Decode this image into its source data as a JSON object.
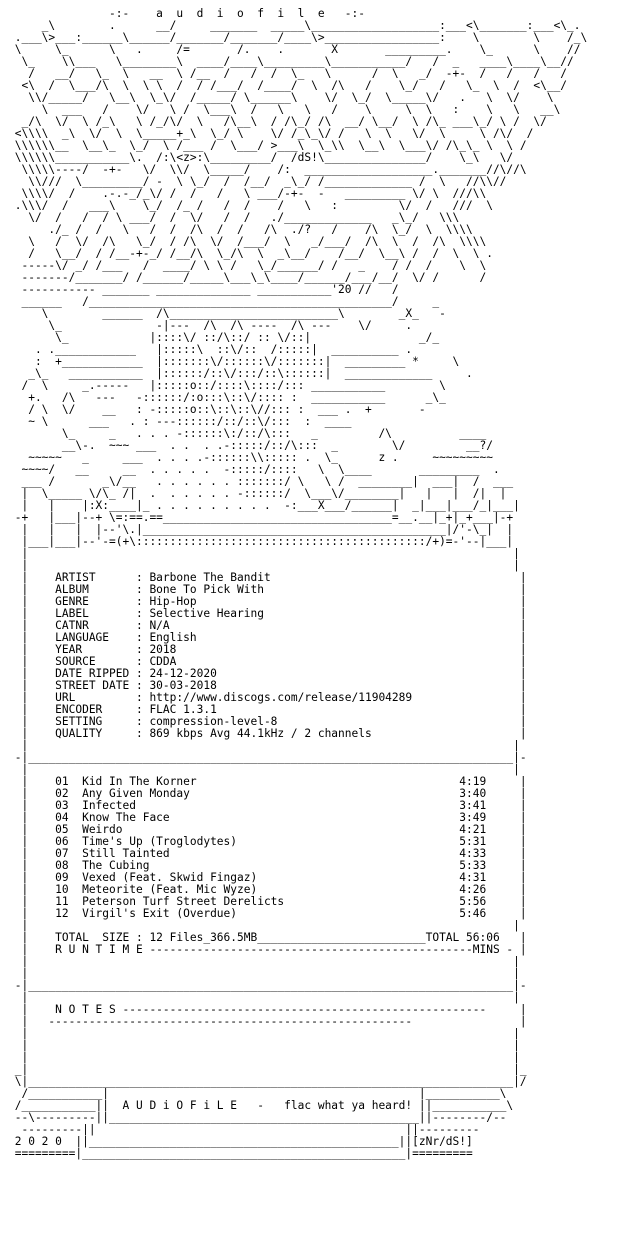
{
  "nfo": {
    "art": [
      "               -:-    a  u  d  i  o  f  i  l  e   -:-",
      "     _\\        .      __/     _______  _____\\___________________:___<\\_______:___<\\_.",
      " .___\\>___:______\\______/_______/_______/____\\>_________________:    \\        \\    /_\\",
      " \\     \\_      \\   .     /=       /.    .       X       _________.    \\_      \\    //",
      "  \\_    \\\\___   \\________\\  ____/____\\_________\\___________/   /  _   ____\\____\\__//",
      "   /   __/   \\_  \\   __  \\ /__  /   /  /  \\_   \\      /  \\   _/  -+-  /   /   /   /",
      "  <\\  /  \\___/\\  \\  \\ \\  /  / /___/  /____/  \\  /\\   /    \\_/   /   \\_  \\  /  <\\__/",
      "   \\\\/_____/   \\__\\  \\_\\/  /_____/ \\______\\    \\/  \\_/  \\_____\\/   .   \\  \\/    \\",
      "     \\  ___   /    \\/   \\ /  \\___\\  /   \\   \\   /    \\     \\  \\   :    \\   \\   __\\",
      "  _/\\  \\/  \\ /_\\   \\ /_/\\/  \\   /\\__\\  / /\\_/ /\\  __/ \\__/  \\ /\\_ ___\\_/ \\ /  \\/",
      " <\\\\\\\\  _\\  \\/  \\  \\_____+_\\  \\_/ \\    \\/ /_\\_\\/ /   \\  \\   \\/  \\     \\ /\\/  /",
      " \\\\\\\\\\\\__  \\__\\_  \\_/  \\ /___ /  \\___/ >___\\  \\_\\\\  \\__\\  \\___\\/ /\\_\\_ \\  \\ /",
      " \\\\\\\\\\\\___________\\.  /:\\<z>:\\_________/  /dS!\\_______________/    \\_\\   \\/",
      "  \\\\\\\\\\----/  -+-   \\/  \\\\/  \\_____/    /:  ___________________._______//\\//\\",
      "   \\\\///  \\_________/ -  \\ \\_/  /  /__/  _\\_/ /_____________ /  \\   //\\\\//",
      "  \\\\\\\\/  /    .-.-_/_\\/ /  /   /   \\ ___/-+-  -   _________ \\/ \\  ///\\\\",
      " .\\\\\\/  /   ___\\    \\_/  /_ /   /  /    /   \\   :         \\/  /   ///  \\",
      "   \\/  /   /  / \\ ___/  /  \\/   /  /   ./_____________   _\\_/   \\\\\\",
      "      ./_ /  /   \\   /  /  /\\  /  /   /\\  ./?   /    /\\  \\_/  \\  \\\\\\\\",
      "   \\   /  \\/  /\\   \\_/  / /\\  \\/  /___/  \\   _/___/  /\\  \\  /  /\\  \\\\\\\\",
      "   /   \\__/  / /__-+-_/ /__/\\  \\_/\\  \\  _\\__/    /__/  \\__\\ /  /  \\  \\ .",
      "  -----\\/ _/ /___   /  ____/ \\ \\ /   \\_/______/ /   _    / /  /    \\  \\",
      "  -------/_______/ /______/_____\\___\\_\\____/______/___/__/  \\/ /      /",
      "  ----------- _______ ______________ ___________'20 //   /",
      "  ______   /_____________________________________________/     _",
      "     \\        ______  /\\_________________________\\        _X_   -",
      "      \\_              -|---  /\\  /\\ ----  /\\ ---    \\/     .",
      "       \\_            |::::\\/ ::/\\::/ :: \\/::|                _/_",
      "    . .____________   |:::::\\  ::\\/::  /:::::|  __________ .",
      "    :  +____________  |:::::::\\/::::::\\/:::::::|  _________ *     \\",
      "   _\\_   ___________  |::::::/::\\/:::/::\\::::::|  _____________     .",
      "  /  \\     _.-----   |:::::o::/::::\\::::/::: ___________        \\",
      "   +.   /\\   ---   -::::::/:o:::\\::\\/:::: :  ___________      _\\_",
      "   / \\  \\/    __   : -:::::o::\\::\\::\\//::: :  ___ .  +       -",
      "   ~ \\      ___   . : ---::::::/::/::\\/:::  :  ____",
      "        \\_     _   . . . -::::::\\:/::/\\:::   _         /\\          ____",
      "        __\\-.  ~~~ ___  . .  . .-:::::/::/\\:::  _        \\/         __?/",
      "   ~~~~~   _     ___  . . . .-::::::\\\\::::: .  \\_      z .     ~~~~~~~~~",
      "  ~~~~/   __     __  . . . . .  -:::::/::::   \\  \\____       _________  .",
      "  ___ /       _\\/__   . . . . . . :::::::/ \\   \\ /  ________|  ___|  /  ___",
      "  |  \\_____ \\/\\_ /|  .  . . . . . -::::::/  \\___\\/________|   |   |  /|  |",
      "  |   |    |:X:____|_ . . . . . . . . .  -:___X___/______|  _|___|___/_|___|",
      " -+   |___|--+ \\=:==.==__________________________________=__.__|_+|_+___|-+",
      "  |   |   |  |--'\\.|_____________________________________________|/'-\\_|  |",
      "  |___|___|--'-=(+\\:::::::::::::::::::::::::::::::::::::::::::/+)=-'--|___|"
    ],
    "info_rows": [
      {
        "key": "ARTIST      ",
        "value": "Barbone The Bandit"
      },
      {
        "key": "ALBUM       ",
        "value": "Bone To Pick With"
      },
      {
        "key": "GENRE       ",
        "value": "Hip-Hop"
      },
      {
        "key": "LABEL       ",
        "value": "Selective Hearing"
      },
      {
        "key": "CATNR       ",
        "value": "N/A"
      },
      {
        "key": "LANGUAGE    ",
        "value": "English"
      },
      {
        "key": "YEAR        ",
        "value": "2018"
      },
      {
        "key": "SOURCE      ",
        "value": "CDDA"
      },
      {
        "key": "DATE RIPPED ",
        "value": "24-12-2020"
      },
      {
        "key": "STREET DATE ",
        "value": "30-03-2018"
      },
      {
        "key": "URL         ",
        "value": "http://www.discogs.com/release/11904289"
      },
      {
        "key": "ENCODER     ",
        "value": "FLAC 1.3.1"
      },
      {
        "key": "SETTING     ",
        "value": "compression-level-8"
      },
      {
        "key": "QUALITY     ",
        "value": "869 kbps Avg 44.1kHz / 2 channels"
      }
    ],
    "tracks": [
      {
        "num": "01",
        "title": "Kid In The Korner",
        "time": "4:19"
      },
      {
        "num": "02",
        "title": "Any Given Monday",
        "time": "3:40"
      },
      {
        "num": "03",
        "title": "Infected",
        "time": "3:41"
      },
      {
        "num": "04",
        "title": "Know The Face",
        "time": "3:49"
      },
      {
        "num": "05",
        "title": "Weirdo",
        "time": "4:21"
      },
      {
        "num": "06",
        "title": "Time's Up (Troglodytes)",
        "time": "5:31"
      },
      {
        "num": "07",
        "title": "Still Tainted",
        "time": "4:33"
      },
      {
        "num": "08",
        "title": "The Cubing",
        "time": "5:33"
      },
      {
        "num": "09",
        "title": "Vexed (Feat. Skwid Fingaz)",
        "time": "4:31"
      },
      {
        "num": "10",
        "title": "Meteorite (Feat. Mic Wyze)",
        "time": "4:26"
      },
      {
        "num": "11",
        "title": "Peterson Turf Street Derelicts",
        "time": "5:56"
      },
      {
        "num": "12",
        "title": "Virgil's Exit (Overdue)",
        "time": "5:46"
      }
    ],
    "total_size_label": "TOTAL  SIZE : 12 Files_366.5MB",
    "total_time_label": "TOTAL 56:06",
    "runtime_label": "R U N T I M E",
    "runtime_unit": "MINS -",
    "notes_label": "N O T E S",
    "footer_tagline": "A U D i O F i L E   -   flac what ya heard!",
    "footer_year": "2 0 2 0",
    "footer_credit": "[zNr/dS!]"
  }
}
